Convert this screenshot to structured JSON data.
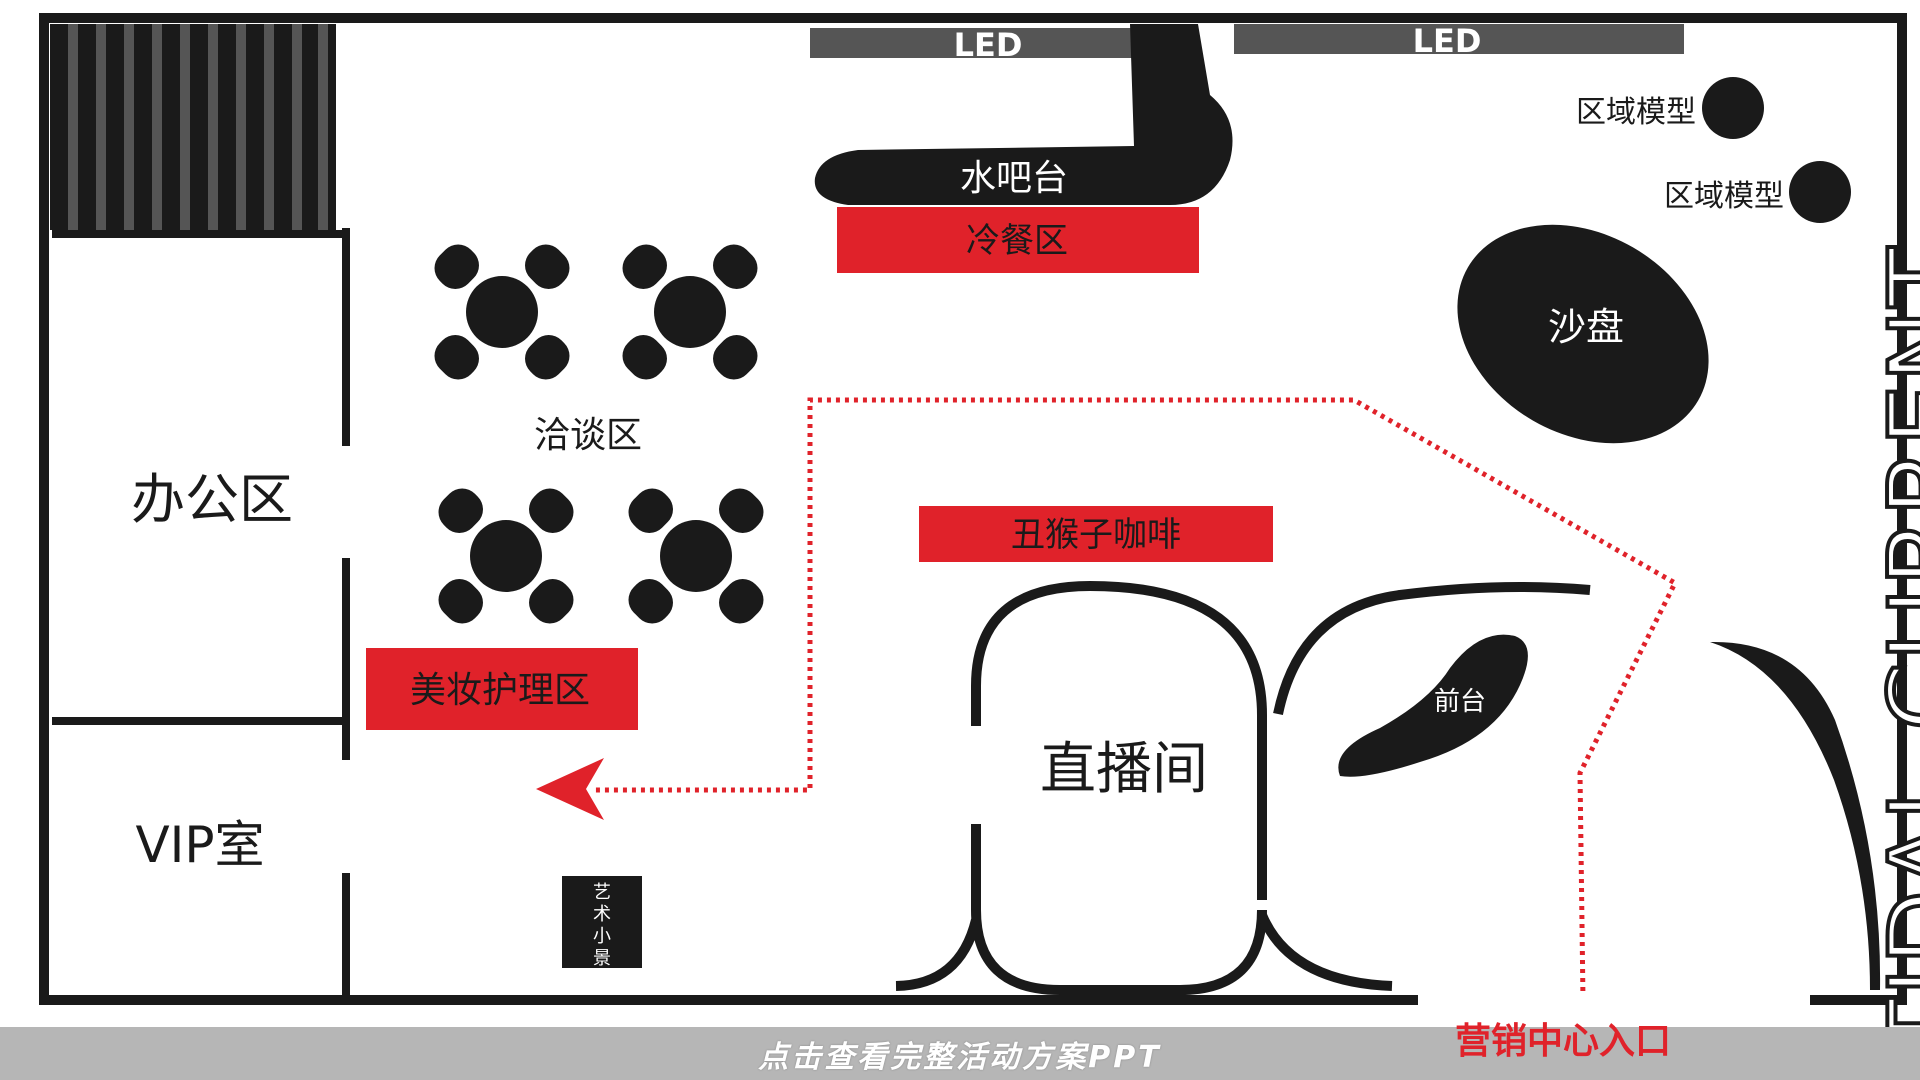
{
  "zones": {
    "led_left": "LED",
    "led_right": "LED",
    "water_bar": "水吧台",
    "cold_meal": "冷餐区",
    "area_model_1": "区域模型",
    "area_model_2": "区域模型",
    "sand_table": "沙盘",
    "negotiation": "洽谈区",
    "office": "办公区",
    "coffee": "丑猴子咖啡",
    "beauty": "美妆护理区",
    "front_desk": "前台",
    "live_room": "直播间",
    "vip": "VIP室",
    "art_scene": [
      "艺",
      "术",
      "小",
      "景"
    ]
  },
  "entrance": "营销中心入口",
  "brand": "TIDAL CURRENT",
  "footer_link": "点击查看完整活动方案PPT",
  "colors": {
    "wall": "#1a1a1a",
    "accent_red": "#e0222a",
    "footer_bg": "#b6b6b6"
  }
}
